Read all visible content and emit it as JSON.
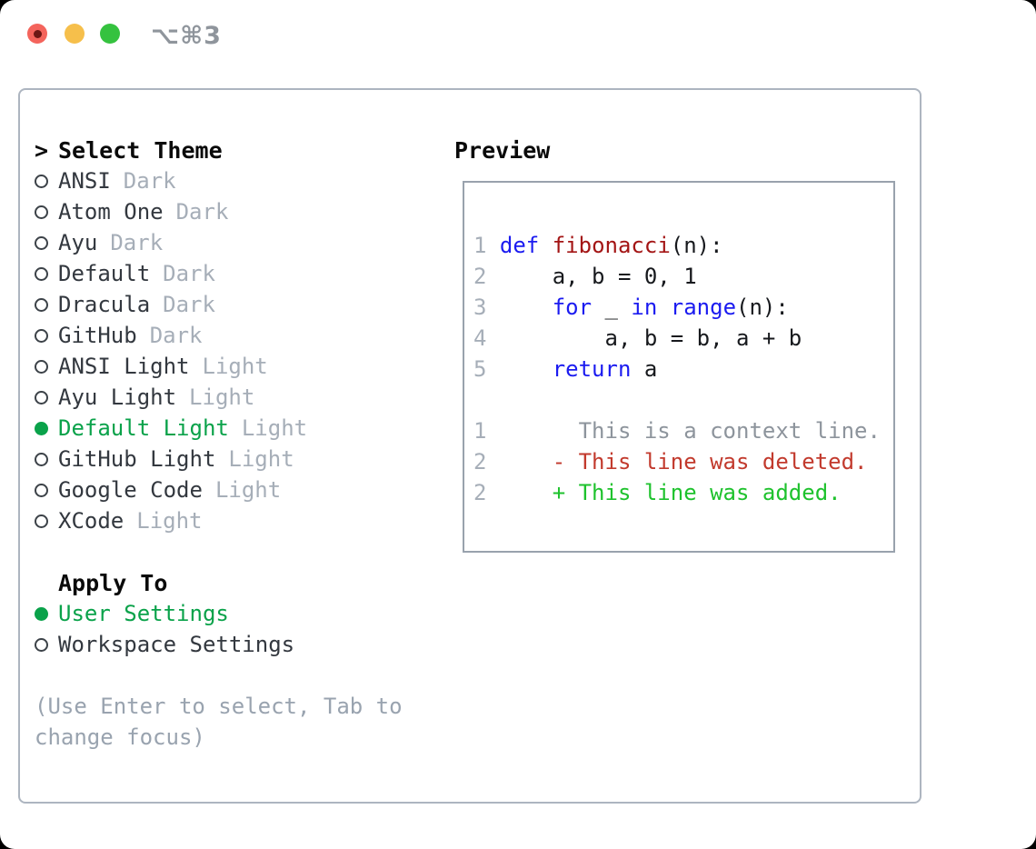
{
  "titlebar": {
    "title": "⌥⌘3"
  },
  "theme_list": {
    "prompt": ">",
    "heading": "Select Theme",
    "items": [
      {
        "name": "ANSI",
        "tag": "Dark",
        "selected": false
      },
      {
        "name": "Atom One",
        "tag": "Dark",
        "selected": false
      },
      {
        "name": "Ayu",
        "tag": "Dark",
        "selected": false
      },
      {
        "name": "Default",
        "tag": "Dark",
        "selected": false
      },
      {
        "name": "Dracula",
        "tag": "Dark",
        "selected": false
      },
      {
        "name": "GitHub",
        "tag": "Dark",
        "selected": false
      },
      {
        "name": "ANSI Light",
        "tag": "Light",
        "selected": false
      },
      {
        "name": "Ayu Light",
        "tag": "Light",
        "selected": false
      },
      {
        "name": "Default Light",
        "tag": "Light",
        "selected": true
      },
      {
        "name": "GitHub Light",
        "tag": "Light",
        "selected": false
      },
      {
        "name": "Google Code",
        "tag": "Light",
        "selected": false
      },
      {
        "name": "XCode",
        "tag": "Light",
        "selected": false
      }
    ]
  },
  "apply_to": {
    "heading": "Apply To",
    "options": [
      {
        "name": "User Settings",
        "selected": true
      },
      {
        "name": "Workspace Settings",
        "selected": false
      }
    ]
  },
  "hint": {
    "line1": "(Use Enter to select, Tab to",
    "line2": "change focus)"
  },
  "preview": {
    "heading": "Preview",
    "lines": [
      [
        [
          "lineno",
          "1 "
        ],
        [
          "kw",
          "def"
        ],
        [
          "plain",
          " "
        ],
        [
          "fn",
          "fibonacci"
        ],
        [
          "plain",
          "(n):"
        ]
      ],
      [
        [
          "lineno",
          "2 "
        ],
        [
          "plain",
          "    a, b = 0, 1"
        ]
      ],
      [
        [
          "lineno",
          "3 "
        ],
        [
          "plain",
          "    "
        ],
        [
          "kw",
          "for"
        ],
        [
          "plain",
          " _ "
        ],
        [
          "kw",
          "in"
        ],
        [
          "plain",
          " "
        ],
        [
          "kw",
          "range"
        ],
        [
          "plain",
          "(n):"
        ]
      ],
      [
        [
          "lineno",
          "4 "
        ],
        [
          "plain",
          "        a, b = b, a + b"
        ]
      ],
      [
        [
          "lineno",
          "5 "
        ],
        [
          "plain",
          "    "
        ],
        [
          "kw",
          "return"
        ],
        [
          "plain",
          " a"
        ]
      ],
      [],
      [
        [
          "lineno",
          "1 "
        ],
        [
          "ctx",
          "      This is a context line."
        ]
      ],
      [
        [
          "lineno",
          "2 "
        ],
        [
          "plain",
          "    "
        ],
        [
          "del",
          "- This line was deleted."
        ]
      ],
      [
        [
          "lineno",
          "2 "
        ],
        [
          "plain",
          "    "
        ],
        [
          "add",
          "+ This line was added."
        ]
      ]
    ]
  },
  "colors": {
    "text-black": "#0a0a0a",
    "text-dark": "#33383f",
    "muted": "#a6aeb8",
    "hint": "#99a3af",
    "green": "#0aa24a",
    "panel-border": "#adb5c0",
    "preview-border": "#99a2ad",
    "lineno": "#a6aeb8",
    "kw": "#1b1bf0",
    "fn": "#a31515",
    "plain": "#17191d",
    "ctx": "#8d949c",
    "del": "#c23a2d",
    "add": "#1ec22d",
    "title-gray": "#8f959c",
    "red-light": "#f4645c",
    "red-dot": "#6d1714",
    "yellow-light": "#f6bf4b",
    "green-light": "#35c23f"
  }
}
